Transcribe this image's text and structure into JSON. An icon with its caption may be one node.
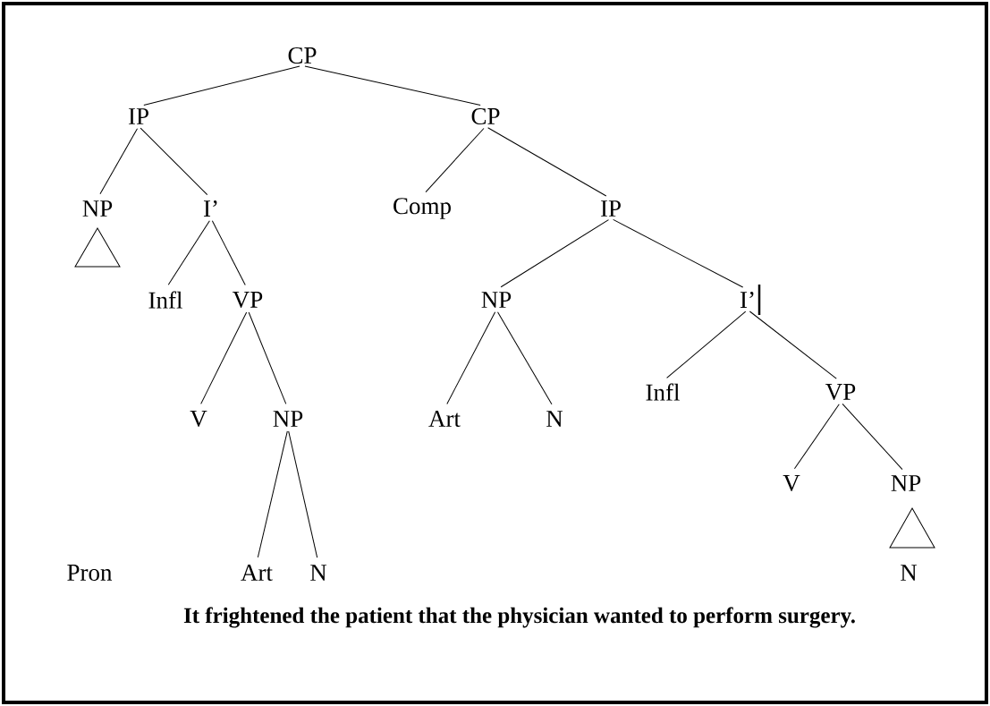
{
  "diagram": {
    "caption": "It frightened the patient that the physician wanted to perform surgery.",
    "nodes": [
      {
        "text": [
          "CP"
        ]
      },
      {
        "text": [
          "IP"
        ]
      },
      {
        "text": [
          "CP"
        ]
      },
      {
        "text": [
          "NP"
        ]
      },
      {
        "text": [
          "I’"
        ]
      },
      {
        "text": [
          "Comp"
        ]
      },
      {
        "text": [
          "IP"
        ]
      },
      {
        "text": [
          "Infl"
        ]
      },
      {
        "text": [
          "VP"
        ]
      },
      {
        "text": [
          "NP"
        ]
      },
      {
        "text": [
          "I’"
        ]
      },
      {
        "text": [
          "V"
        ]
      },
      {
        "text": [
          "NP"
        ]
      },
      {
        "text": [
          "Art"
        ]
      },
      {
        "text": [
          "N"
        ]
      },
      {
        "text": [
          "Infl"
        ]
      },
      {
        "text": [
          "VP"
        ]
      },
      {
        "text": [
          "Art"
        ]
      },
      {
        "text": [
          "N"
        ]
      },
      {
        "text": [
          "V"
        ]
      },
      {
        "text": [
          "NP"
        ]
      }
    ],
    "edges": [
      {
        "from": 0,
        "to": 1,
        "arrow": "none"
      },
      {
        "from": 0,
        "to": 2,
        "arrow": "none"
      },
      {
        "from": 1,
        "to": 3,
        "arrow": "none"
      },
      {
        "from": 1,
        "to": 4,
        "arrow": "none"
      },
      {
        "from": 2,
        "to": 5,
        "arrow": "none"
      },
      {
        "from": 2,
        "to": 6,
        "arrow": "none"
      },
      {
        "from": 4,
        "to": 7,
        "arrow": "none"
      },
      {
        "from": 4,
        "to": 8,
        "arrow": "none"
      },
      {
        "from": 6,
        "to": 9,
        "arrow": "none"
      },
      {
        "from": 6,
        "to": 10,
        "arrow": "none"
      },
      {
        "from": 8,
        "to": 11,
        "arrow": "none"
      },
      {
        "from": 8,
        "to": 12,
        "arrow": "none"
      },
      {
        "from": 9,
        "to": 13,
        "arrow": "none"
      },
      {
        "from": 9,
        "to": 14,
        "arrow": "none"
      },
      {
        "from": 10,
        "to": 15,
        "arrow": "none"
      },
      {
        "from": 10,
        "to": 16,
        "arrow": "none"
      },
      {
        "from": 12,
        "to": 17,
        "arrow": "none"
      },
      {
        "from": 12,
        "to": 18,
        "arrow": "none"
      },
      {
        "from": 16,
        "to": 19,
        "arrow": "none"
      },
      {
        "from": 16,
        "to": 20,
        "arrow": "none"
      }
    ],
    "labels": [
      "Pron",
      "N"
    ]
  }
}
